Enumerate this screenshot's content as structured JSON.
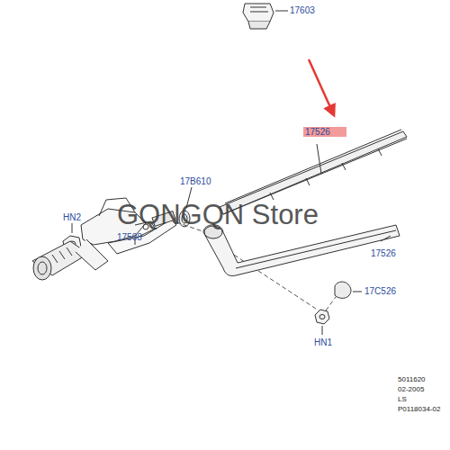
{
  "diagram": {
    "labels": [
      "17603",
      "HN2",
      "17B610",
      "17508",
      "17526",
      "17526",
      "17C526",
      "HN1",
      "GQNGQN Store",
      "5011620",
      "02-2005",
      "LS",
      "P0118034-02"
    ]
  }
}
